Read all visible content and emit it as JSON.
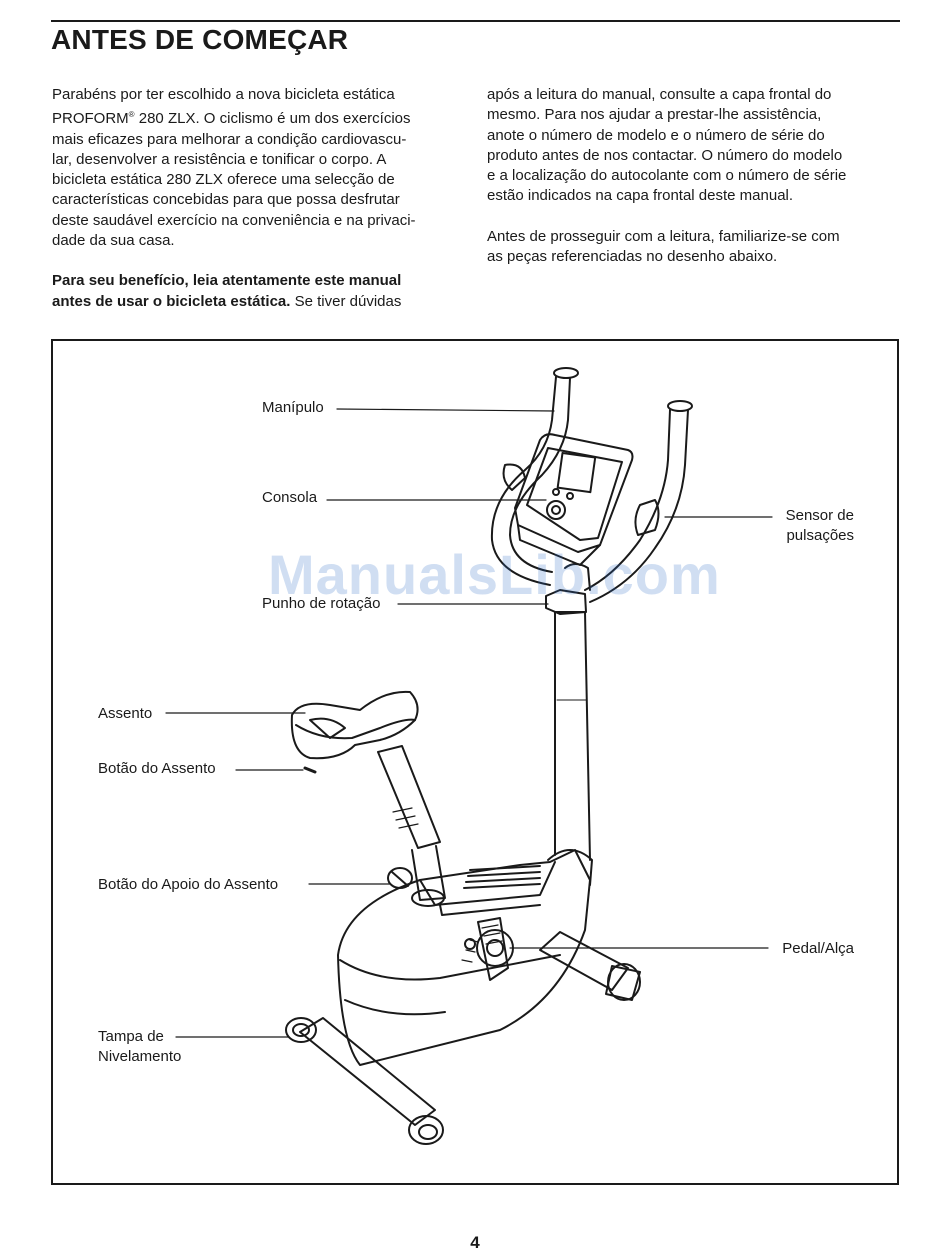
{
  "heading": "ANTES DE COMEÇAR",
  "left_column": {
    "p1_lines": [
      "Parabéns por ter escolhido a nova bicicleta estática",
      "PROFORM",
      "®",
      " 280 ZLX. O ciclismo é um dos exercícios",
      "mais eficazes para melhorar a condição cardiovascu-",
      "lar, desenvolver a resistência e tonificar o corpo. A",
      "bicicleta estática 280 ZLX oferece uma selecção de",
      "características concebidas para que possa desfrutar",
      "deste saudável exercício na conveniência e na privaci-",
      "dade da sua casa."
    ],
    "p2_bold_1": "Para seu benefício, leia atentamente este manual",
    "p2_bold_2": "antes de usar o bicicleta estática.",
    "p2_normal": " Se tiver dúvidas"
  },
  "right_column": {
    "p1_lines": [
      "após a leitura do manual, consulte a capa frontal do",
      "mesmo. Para nos ajudar a prestar-lhe assistência,",
      "anote o número de modelo e o número de série do",
      "produto antes de nos contactar. O número do modelo",
      "e a localização do autocolante com o número de série",
      "estão indicados na capa frontal deste manual."
    ],
    "p2_lines": [
      "Antes de prosseguir com a leitura, familiarize-se com",
      "as peças referenciadas no desenho abaixo."
    ]
  },
  "figure": {
    "labels": {
      "handlebar": "Manípulo",
      "console": "Consola",
      "pulse_sensor_1": "Sensor de",
      "pulse_sensor_2": "pulsações",
      "rotation_knob": "Punho de rotação",
      "seat": "Assento",
      "seat_knob": "Botão do Assento",
      "seat_post_knob": "Botão do Apoio do Assento",
      "pedal": "Pedal/Alça",
      "leveling_cap_1": "Tampa de",
      "leveling_cap_2": "Nivelamento"
    }
  },
  "watermark": "ManualsLib.com",
  "page_number": "4"
}
